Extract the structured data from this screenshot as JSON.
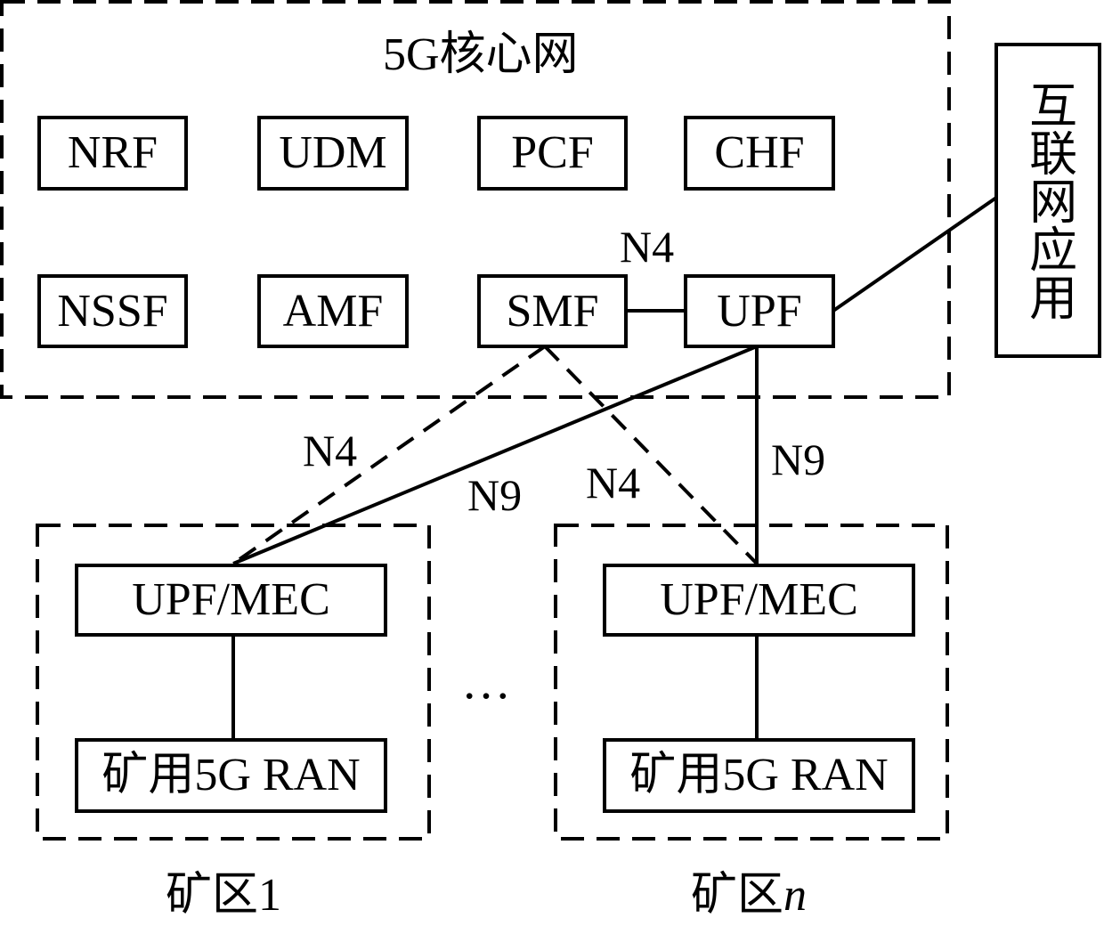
{
  "core": {
    "title": "5G核心网",
    "functions": {
      "nrf": "NRF",
      "udm": "UDM",
      "pcf": "PCF",
      "chf": "CHF",
      "nssf": "NSSF",
      "amf": "AMF",
      "smf": "SMF",
      "upf": "UPF"
    },
    "n4_label": "N4"
  },
  "internet": {
    "label": "互联网应用"
  },
  "links": {
    "n4_left": "N4",
    "n9_left": "N9",
    "n4_right": "N4",
    "n9_right": "N9"
  },
  "areas": {
    "area1": {
      "upf_mec": "UPF/MEC",
      "ran": "矿用5G RAN",
      "label_prefix": "矿区",
      "label_index": "1"
    },
    "arean": {
      "upf_mec": "UPF/MEC",
      "ran": "矿用5G RAN",
      "label_prefix": "矿区",
      "label_index": "n"
    }
  },
  "ellipsis": "…"
}
